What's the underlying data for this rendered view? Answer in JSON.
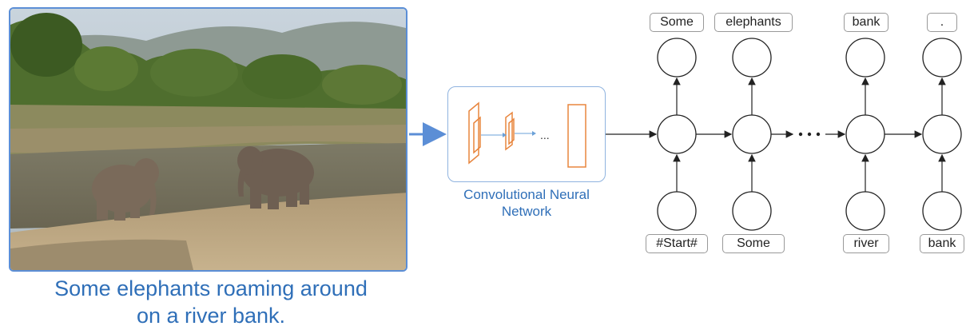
{
  "caption": {
    "line1": "Some elephants roaming around",
    "line2": "on a river bank."
  },
  "cnn": {
    "line1": "Convolutional Neural",
    "line2": "Network",
    "ellipsis": "..."
  },
  "rnn": {
    "outputs": [
      "Some",
      "elephants",
      "bank",
      "."
    ],
    "inputs": [
      "#Start#",
      "Some",
      "river",
      "bank"
    ],
    "gap": "..."
  },
  "colors": {
    "accent_blue": "#2f6fb8",
    "frame_blue": "#5b8ed6",
    "cnn_orange": "#e8853d"
  }
}
